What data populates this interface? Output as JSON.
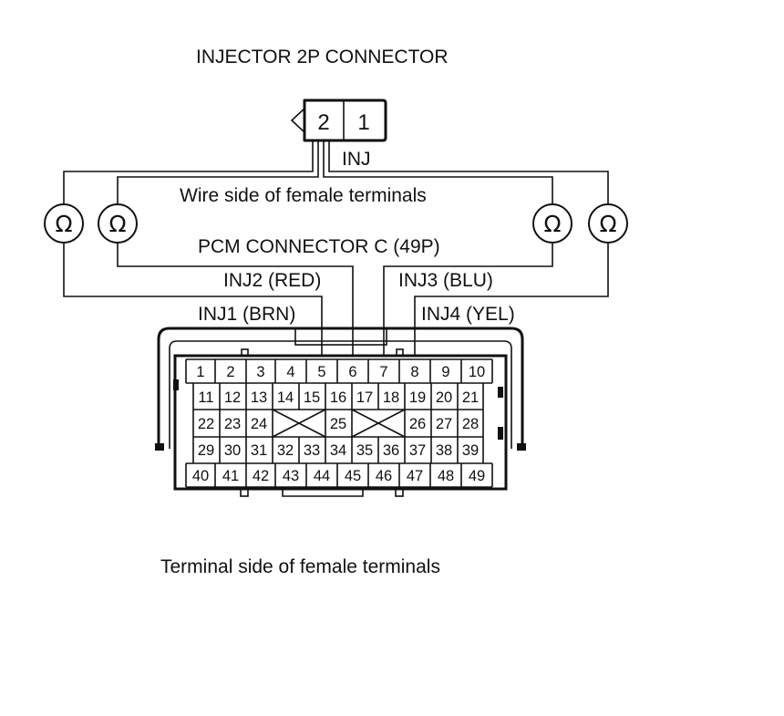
{
  "titles": {
    "injector_connector": "INJECTOR 2P CONNECTOR",
    "wire_side": "Wire side of female terminals",
    "pcm_connector": "PCM CONNECTOR C (49P)",
    "terminal_side": "Terminal side of female terminals"
  },
  "injector_pins": [
    "2",
    "1"
  ],
  "wire_labels": {
    "inj": "INJ",
    "inj1": "INJ1 (BRN)",
    "inj2": "INJ2 (RED)",
    "inj3": "INJ3 (BLU)",
    "inj4": "INJ4 (YEL)"
  },
  "ohmmeter_symbol": "Ω",
  "pcm_rows": [
    [
      "1",
      "2",
      "3",
      "4",
      "5",
      "6",
      "7",
      "8",
      "9",
      "10"
    ],
    [
      "11",
      "12",
      "13",
      "14",
      "15",
      "16",
      "17",
      "18",
      "19",
      "20",
      "21"
    ],
    [
      "22",
      "23",
      "24",
      "25",
      "26",
      "27",
      "28"
    ],
    [
      "29",
      "30",
      "31",
      "32",
      "33",
      "34",
      "35",
      "36",
      "37",
      "38",
      "39"
    ],
    [
      "40",
      "41",
      "42",
      "43",
      "44",
      "45",
      "46",
      "47",
      "48",
      "49"
    ]
  ],
  "colors": {
    "line": "#111111",
    "background": "#ffffff"
  }
}
